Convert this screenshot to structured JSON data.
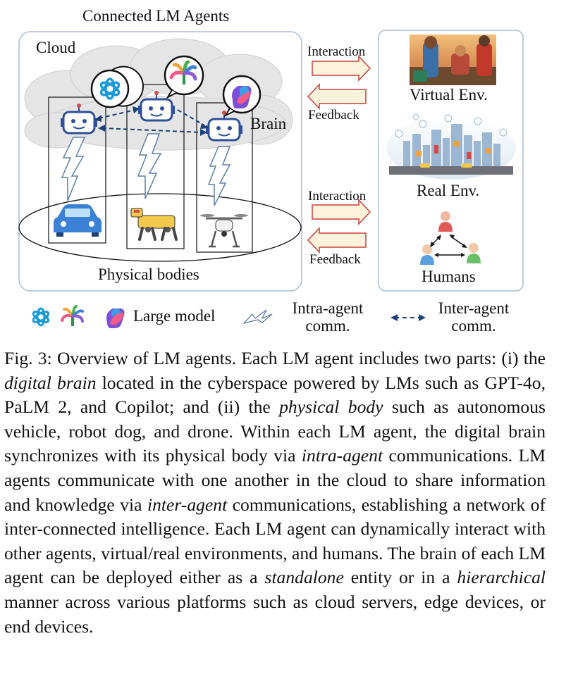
{
  "figure": {
    "title": "Connected LM Agents",
    "cloud_label": "Cloud",
    "brain_label": "Brain",
    "physical_label": "Physical bodies",
    "interaction_top": "Interaction",
    "feedback_top": "Feedback",
    "interaction_bottom": "Interaction",
    "feedback_bottom": "Feedback",
    "virtual_env": "Virtual Env.",
    "real_env": "Real Env.",
    "humans": "Humans",
    "legend": {
      "large_model": "Large model",
      "intra_line1": "Intra-agent",
      "intra_line2": "comm.",
      "inter_line1": "Inter-agent",
      "inter_line2": "comm."
    },
    "colors": {
      "arrow_fill": "#fdf3dc",
      "arrow_stroke": "#c8403a",
      "robot_blue": "#2f4f9a",
      "cloud_gray": "#e6e6e6",
      "panel_border": "#9fb3c8",
      "car_blue": "#3b82d6"
    }
  },
  "caption": {
    "p1": "Fig. 3: Overview of LM agents. Each LM agent includes two parts: (i) the ",
    "e1": "digital brain",
    "p2": " located in the cyberspace powered by LMs such as GPT-4o, PaLM 2, and Copilot; and (ii) the ",
    "e2": "physical body",
    "p3": " such as autonomous vehicle, robot dog, and drone. Within each LM agent, the digital brain synchronizes with its physical body via ",
    "e3": "intra-agent",
    "p4": " communications. LM agents communicate with one another in the cloud to share information and knowledge via ",
    "e4": "inter-agent",
    "p5": " communications, establishing a network of inter-connected intelligence. Each LM agent can dynamically interact with other agents, virtual/real environments, and humans. The brain of each LM agent can be deployed either as a ",
    "e5": "standalone",
    "p6": " entity or in a ",
    "e6": "hierarchical",
    "p7": " manner across various platforms such as cloud servers, edge devices, or end devices."
  }
}
